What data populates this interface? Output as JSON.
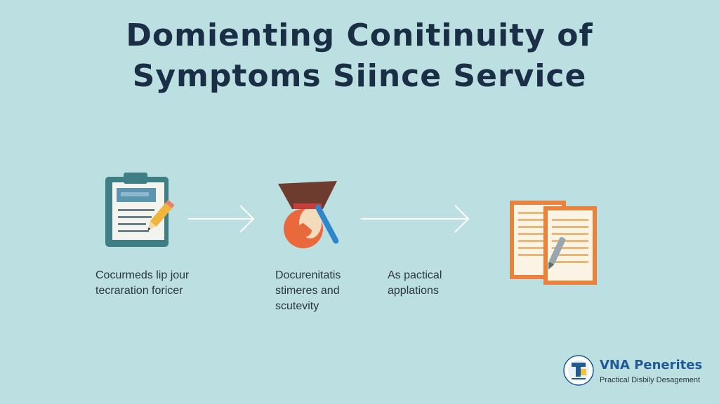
{
  "title": {
    "line1": "Domienting Conitinuity of",
    "line2": "Symptoms Siince Service"
  },
  "steps": [
    {
      "icon": "clipboard-icon",
      "caption_lines": [
        "Cocurmeds lip jour",
        "tecraration foricer"
      ]
    },
    {
      "icon": "medical-scan-icon",
      "caption_lines": [
        "Docurenitatis",
        "stimeres and",
        "scutevity"
      ]
    },
    {
      "icon": "documents-icon",
      "caption_lines": [
        "As pactical",
        "applations"
      ]
    }
  ],
  "brand": {
    "name": "VNA Penerites",
    "tagline": "Practical Disbily Desagement"
  },
  "colors": {
    "background": "#bcdfe2",
    "title": "#1a2f45",
    "brand": "#1f5a96"
  }
}
